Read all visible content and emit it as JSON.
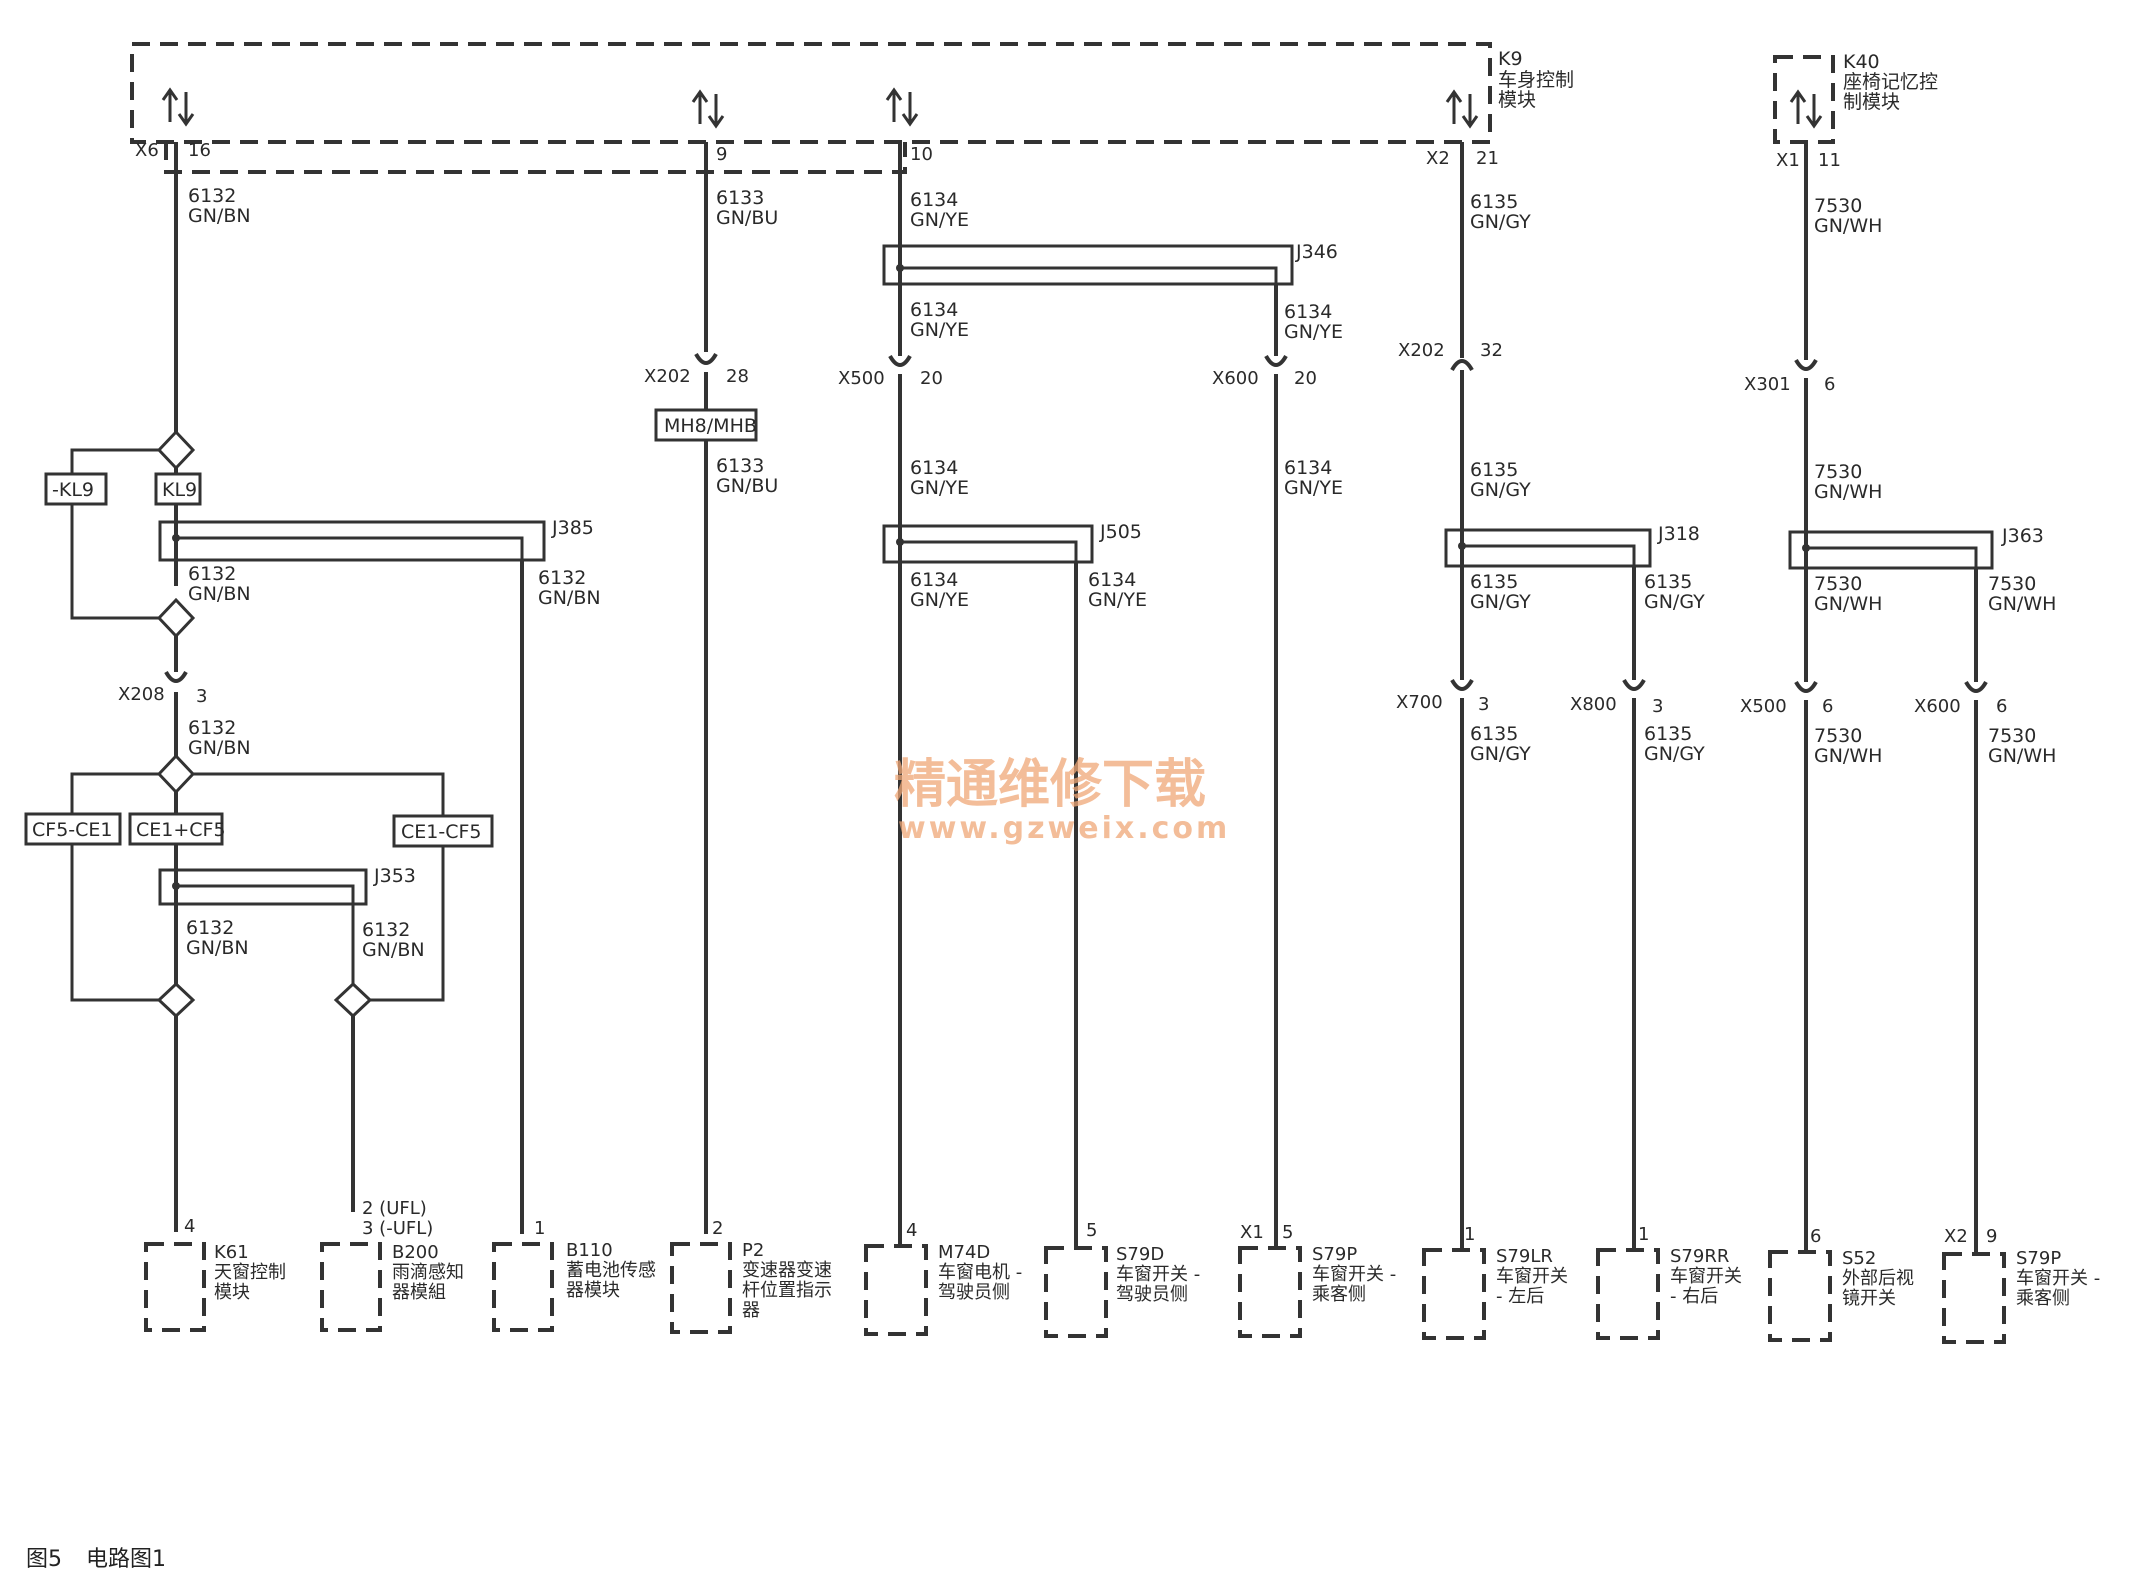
{
  "modules": {
    "k9": {
      "code": "K9",
      "name_line1": "车身控制",
      "name_line2": "模块"
    },
    "k40": {
      "code": "K40",
      "name_line1": "座椅记忆控",
      "name_line2": "制模块"
    }
  },
  "top_pins": {
    "x6": "X6",
    "p16": "16",
    "p9": "9",
    "p10": "10",
    "x2": "X2",
    "p21": "21",
    "x1": "X1",
    "p11": "11"
  },
  "wires": {
    "c6132": "6132",
    "gnbn": "GN/BN",
    "c6133": "6133",
    "gnbu": "GN/BU",
    "c6134": "6134",
    "gnye": "GN/YE",
    "c6135": "6135",
    "gngy": "GN/GY",
    "c7530": "7530",
    "gnwh": "GN/WH"
  },
  "splices": {
    "j385": "J385",
    "j353": "J353",
    "j346": "J346",
    "j505": "J505",
    "j318": "J318",
    "j363": "J363"
  },
  "connectors": {
    "x202": "X202",
    "p28": "28",
    "x500": "X500",
    "p20": "20",
    "x600": "X600",
    "p32": "32",
    "x301": "X301",
    "p6": "6",
    "x208": "X208",
    "p3": "3",
    "x700": "X700",
    "x800": "X800"
  },
  "options": {
    "neg_kl9": "-KL9",
    "kl9": "KL9",
    "cf5ce1": "CF5-CE1",
    "ce1cf5_plus": "CE1+CF5",
    "ce1cf5": "CE1-CF5",
    "mh8": "MH8/MHB"
  },
  "bottom_pins": {
    "p4": "4",
    "ufl1": "2 (UFL)",
    "ufl2": "3 (-UFL)",
    "p1": "1",
    "p2": "2",
    "p5": "5",
    "x1": "X1",
    "p6": "6",
    "x2": "X2",
    "p9": "9"
  },
  "components": {
    "k61": {
      "code": "K61",
      "l1": "天窗控制",
      "l2": "模块"
    },
    "b200": {
      "code": "B200",
      "l1": "雨滴感知",
      "l2": "器模組"
    },
    "b110": {
      "code": "B110",
      "l1": "蓄电池传感",
      "l2": "器模块"
    },
    "p2": {
      "code": "P2",
      "l1": "变速器变速",
      "l2": "杆位置指示",
      "l3": "器"
    },
    "m74d": {
      "code": "M74D",
      "l1": "车窗电机 -",
      "l2": "驾驶员侧"
    },
    "s79d": {
      "code": "S79D",
      "l1": "车窗开关 -",
      "l2": "驾驶员侧"
    },
    "s79p_a": {
      "code": "S79P",
      "l1": "车窗开关 -",
      "l2": "乘客侧"
    },
    "s79lr": {
      "code": "S79LR",
      "l1": "车窗开关",
      "l2": "- 左后"
    },
    "s79rr": {
      "code": "S79RR",
      "l1": "车窗开关",
      "l2": "- 右后"
    },
    "s52": {
      "code": "S52",
      "l1": "外部后视",
      "l2": "镜开关"
    },
    "s79p_b": {
      "code": "S79P",
      "l1": "车窗开关 -",
      "l2": "乘客侧"
    }
  },
  "watermark": {
    "cn": "精通维修下载",
    "url": "www.gzweix.com"
  },
  "caption": {
    "fig": "图5",
    "title": "电路图1"
  }
}
